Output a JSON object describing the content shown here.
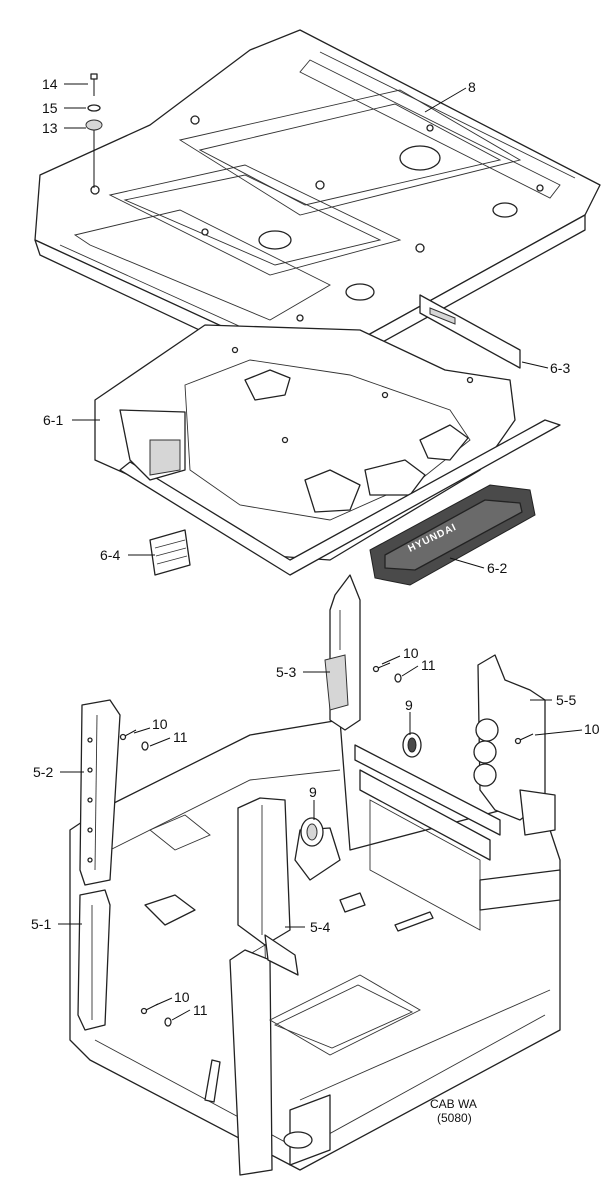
{
  "callouts": {
    "c14": "14",
    "c15": "15",
    "c13": "13",
    "c8": "8",
    "c6_3": "6-3",
    "c6_1": "6-1",
    "c6_4": "6-4",
    "c6_2": "6-2",
    "c5_3": "5-3",
    "c10_a": "10",
    "c11_a": "11",
    "c5_2": "5-2",
    "c10_b": "10",
    "c11_b": "11",
    "c9_a": "9",
    "c9_b": "9",
    "c5_5": "5-5",
    "c10_c": "10",
    "c5_1": "5-1",
    "c5_4": "5-4",
    "c10_d": "10",
    "c11_d": "11"
  },
  "caption": {
    "line1": "CAB WA",
    "line2": "(5080)"
  },
  "logo_text": "HYUNDAI"
}
